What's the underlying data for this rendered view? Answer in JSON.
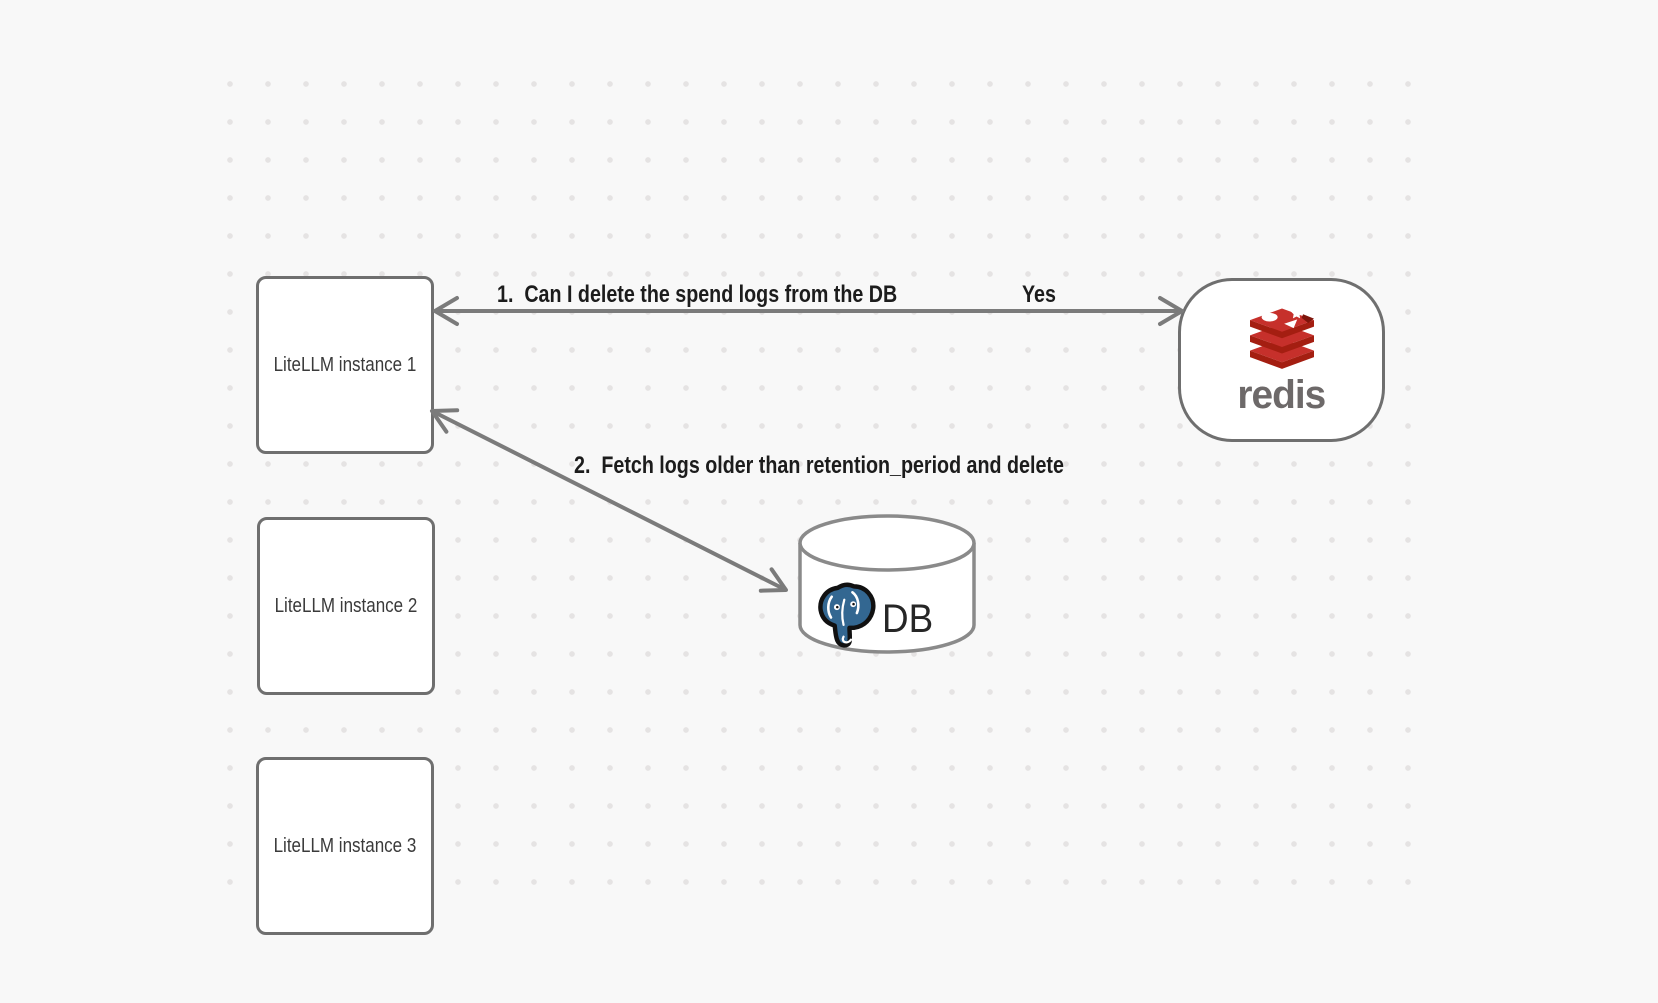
{
  "canvas": {
    "background": "#f8f8f8",
    "dot_color": "#e5e3e3"
  },
  "nodes": {
    "litellm_instances": [
      {
        "label": "LiteLLM instance 1"
      },
      {
        "label": "LiteLLM instance 2"
      },
      {
        "label": "LiteLLM instance 3"
      }
    ],
    "redis": {
      "wordmark": "redis"
    },
    "db": {
      "label": "DB"
    }
  },
  "arrows": [
    {
      "label": "1.  Can I delete the spend logs from the DB",
      "response_label": "Yes",
      "from": "redis",
      "to": "LiteLLM instance 1",
      "style": "double-headed"
    },
    {
      "label": "2.  Fetch logs older than retention_period and delete",
      "from": "LiteLLM instance 1",
      "to": "DB",
      "style": "double-headed"
    }
  ],
  "colors": {
    "redis_red": "#C6302B",
    "redis_dark_red": "#A41E11",
    "redis_notch": "#7e150b",
    "postgres_blue": "#336791",
    "arrow_gray": "#7b7b7b",
    "border_gray": "#6f6f6f",
    "cylinder_gray": "#8a8a8a"
  }
}
